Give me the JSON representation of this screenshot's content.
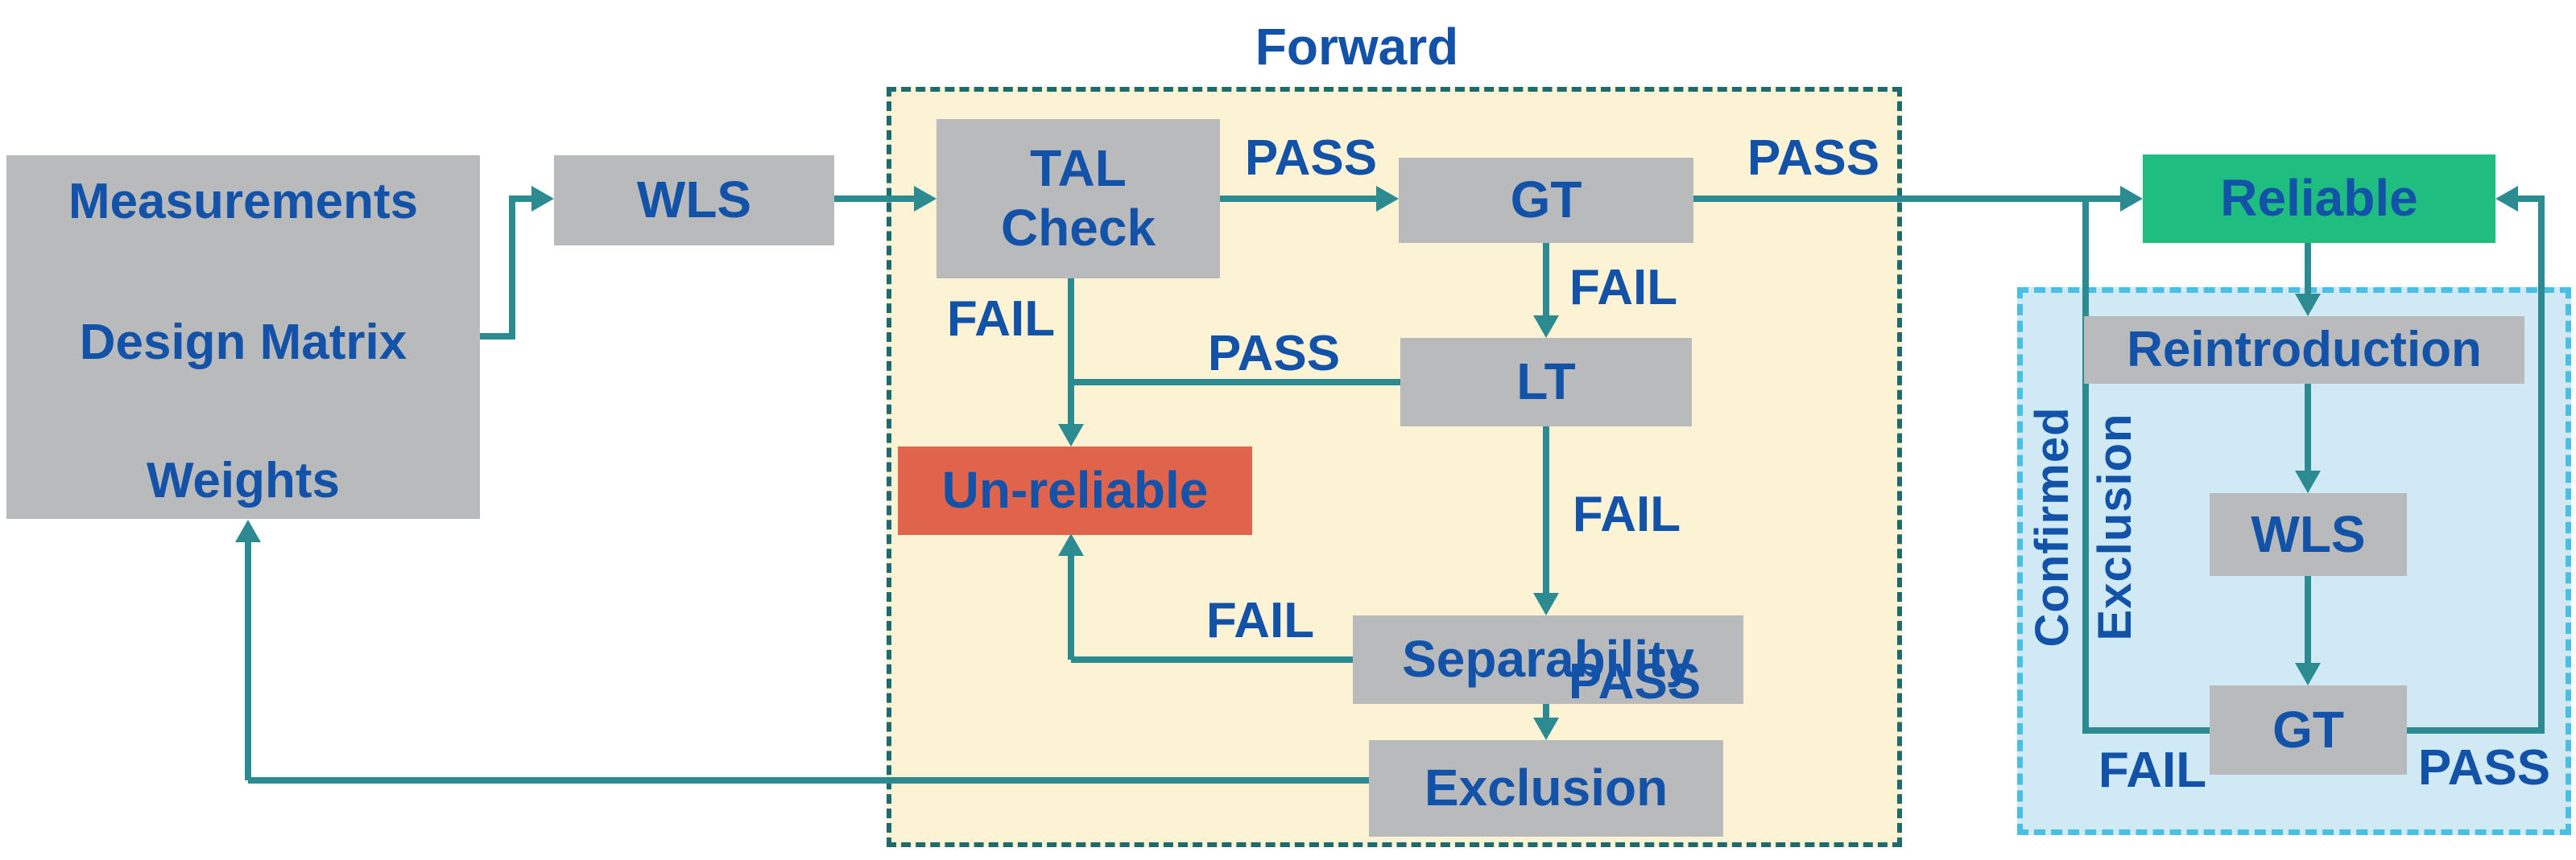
{
  "flowchart": {
    "regions": {
      "forward": {
        "label": "Forward"
      },
      "confirmed_exclusion": {
        "label_line1": "Confirmed",
        "label_line2": "Exclusion"
      }
    },
    "input_box": {
      "line1": "Measurements",
      "line2": "Design Matrix",
      "line3": "Weights"
    },
    "nodes": {
      "wls": "WLS",
      "tal_line1": "TAL",
      "tal_line2": "Check",
      "gt": "GT",
      "lt": "LT",
      "separability": "Separability",
      "exclusion": "Exclusion",
      "unreliable": "Un-reliable",
      "reliable": "Reliable",
      "reintroduction": "Reintroduction",
      "wls_reintro": "WLS",
      "gt_reintro": "GT"
    },
    "edge_labels": {
      "pass_tal_to_gt": "PASS",
      "pass_gt_to_reliable": "PASS",
      "fail_tal": "FAIL",
      "fail_gt": "FAIL",
      "pass_lt": "PASS",
      "fail_lt": "FAIL",
      "fail_separability": "FAIL",
      "pass_separability": "PASS",
      "fail_gt_reintro": "FAIL",
      "pass_gt_reintro": "PASS"
    },
    "colors": {
      "node_fill": "#b9babb",
      "text_blue": "#1252a8",
      "arrow_teal": "#2b8b90",
      "forward_fill": "#fcf3d5",
      "forward_border": "#1e6a6c",
      "confirmed_fill": "#cfeaf5",
      "confirmed_border": "#49c0e3",
      "reliable_green": "#20bd80",
      "unreliable_red": "#e0644c"
    }
  }
}
